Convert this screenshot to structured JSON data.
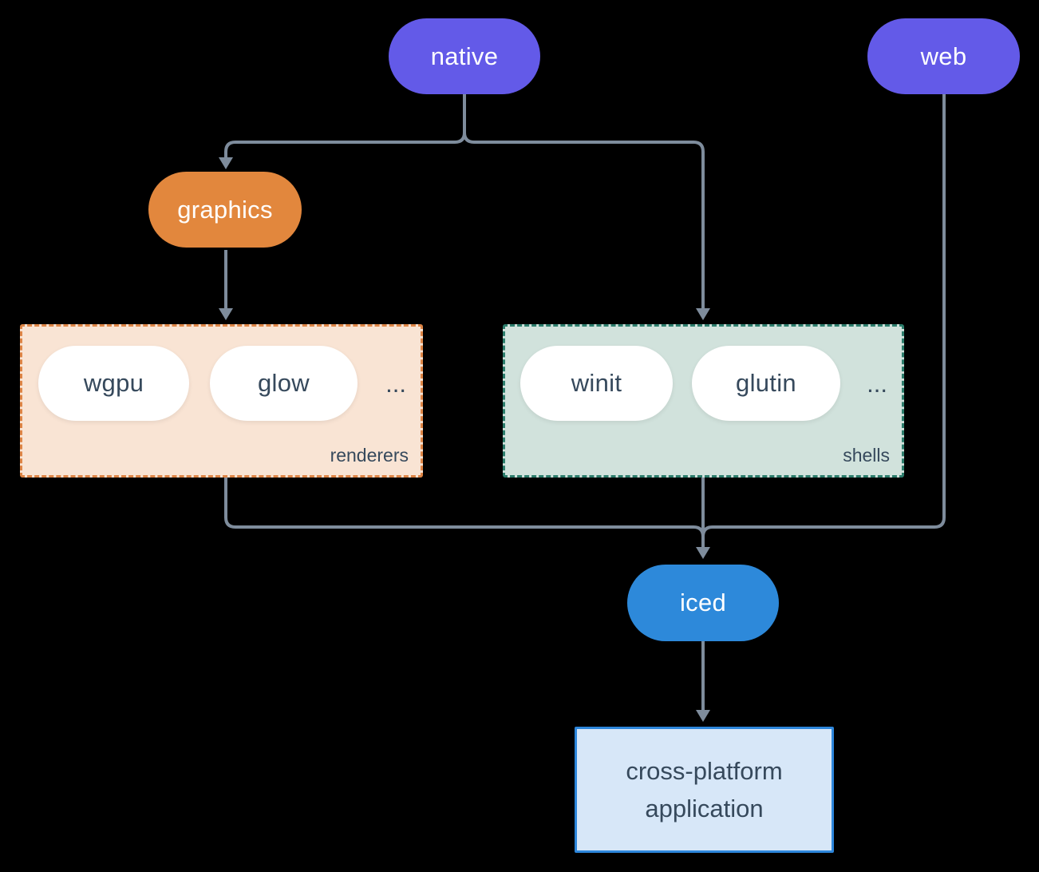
{
  "nodes": {
    "native": "native",
    "web": "web",
    "graphics": "graphics",
    "wgpu": "wgpu",
    "glow": "glow",
    "winit": "winit",
    "glutin": "glutin",
    "iced": "iced",
    "app_line1": "cross-platform",
    "app_line2": "application"
  },
  "groups": {
    "renderers_label": "renderers",
    "renderers_more": "...",
    "shells_label": "shells",
    "shells_more": "..."
  },
  "edges": [
    {
      "from": "native",
      "to": "graphics"
    },
    {
      "from": "native",
      "to": "shells"
    },
    {
      "from": "graphics",
      "to": "renderers"
    },
    {
      "from": "renderers",
      "to": "iced"
    },
    {
      "from": "shells",
      "to": "iced"
    },
    {
      "from": "web",
      "to": "iced"
    },
    {
      "from": "iced",
      "to": "cross-platform application"
    }
  ],
  "colors": {
    "background": "#000000",
    "purple_node": "#635AE8",
    "orange_node": "#E2873D",
    "blue_node": "#2D89DA",
    "white_node": "#FFFFFF",
    "renderers_bg": "#F9E4D4",
    "renderers_border": "#DE8546",
    "shells_bg": "#D1E2DC",
    "shells_border": "#2C7D6C",
    "app_bg": "#D7E7F8",
    "app_border": "#2D86DB",
    "connector": "#7E8C9C",
    "text_dark": "#36495C",
    "text_light": "#FFFFFF"
  }
}
